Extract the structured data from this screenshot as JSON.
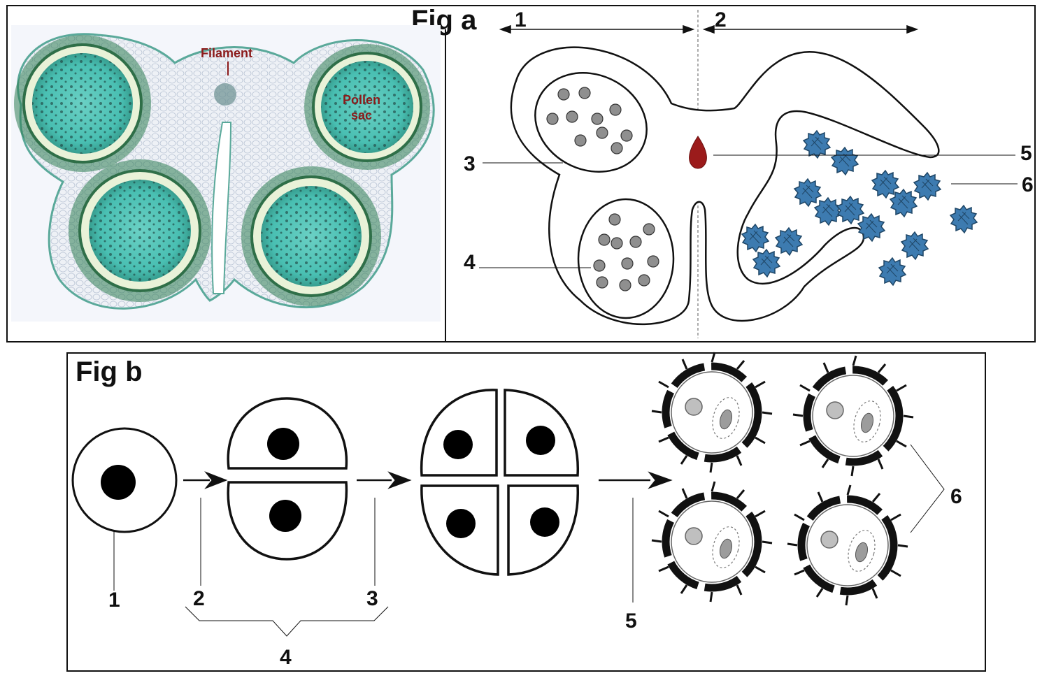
{
  "fig_a": {
    "title": "Fig a",
    "micrograph_labels": {
      "filament": "Filament",
      "pollen_line1": "Pollen",
      "pollen_line2": "sac"
    },
    "labels": [
      "1",
      "2",
      "3",
      "4",
      "5",
      "6"
    ]
  },
  "fig_b": {
    "title": "Fig b",
    "labels": [
      "1",
      "2",
      "3",
      "4",
      "5",
      "6"
    ]
  },
  "colors": {
    "micrograph_teal": "#3fb3a6",
    "connective_red": "#9b1b1b",
    "pollen_blue": "#3d7bb0",
    "spore_gray": "#9a9a9a"
  }
}
